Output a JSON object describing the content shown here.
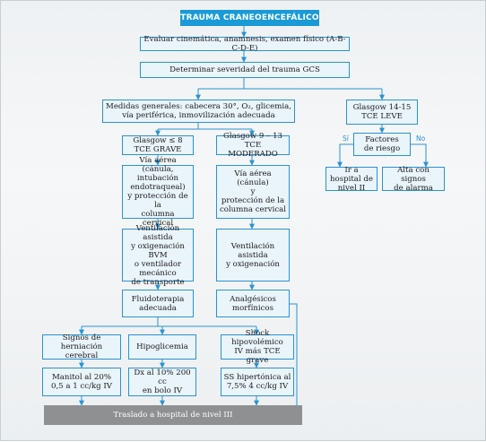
{
  "title": "TRAUMA CRANEOENCEFÁLICO",
  "evaluate": "Evaluar cinemática, anamnesis, examen físico (A-B-C-D-E)",
  "severity": "Determinar severidad del trauma GCS",
  "general_measures": "Medidas generales: cabecera 30°, O₂, glicemia,\nvía periférica, inmovilización adecuada",
  "grave": {
    "head": "Glasgow ≤ 8\nTCE GRAVE",
    "airway": "Vía aérea (cánula,\nintubación\nendotraqueal)\ny protección de la\ncolumna cervical",
    "ventilation": "Ventilación asistida\ny oxigenación BVM\no ventilador\nmecánico\nde transporte",
    "fluids": "Fluidoterapia\nadecuada"
  },
  "moderado": {
    "head": "Glasgow 9 – 13\nTCE MODERADO",
    "airway": "Vía aérea (cánula)\ny\nprotección de la\ncolumna cervical",
    "ventilation": "Ventilación\nasistida\ny oxigenación",
    "analgesics": "Analgésicos\nmorfínicos"
  },
  "leve": {
    "head": "Glasgow 14-15\nTCE LEVE",
    "risk": "Factores\nde riesgo",
    "yes_label": "Sí",
    "no_label": "No",
    "yes_action": "Ir a hospital de\nnivel II",
    "no_action": "Alta con signos\nde alarma"
  },
  "signs": {
    "herniation": "Signos de\nherniación cerebral",
    "hypoglycemia": "Hipoglicemia",
    "shock": "Shock hipovolémico\nIV más TCE grave"
  },
  "treatments": {
    "mannitol": "Manitol al 20%\n0,5 a 1 cc/kg IV",
    "dextrose": "Dx al 10% 200 cc\nen bolo IV",
    "saline": "SS hipertónica al\n7,5% 4 cc/kg IV"
  },
  "transfer": "Traslado a hospital de nivel III",
  "colors": {
    "accent": "#1a9ad7",
    "box_border": "#2b92cf",
    "box_fill": "#e9f4fb",
    "final_fill": "#8e9092"
  }
}
